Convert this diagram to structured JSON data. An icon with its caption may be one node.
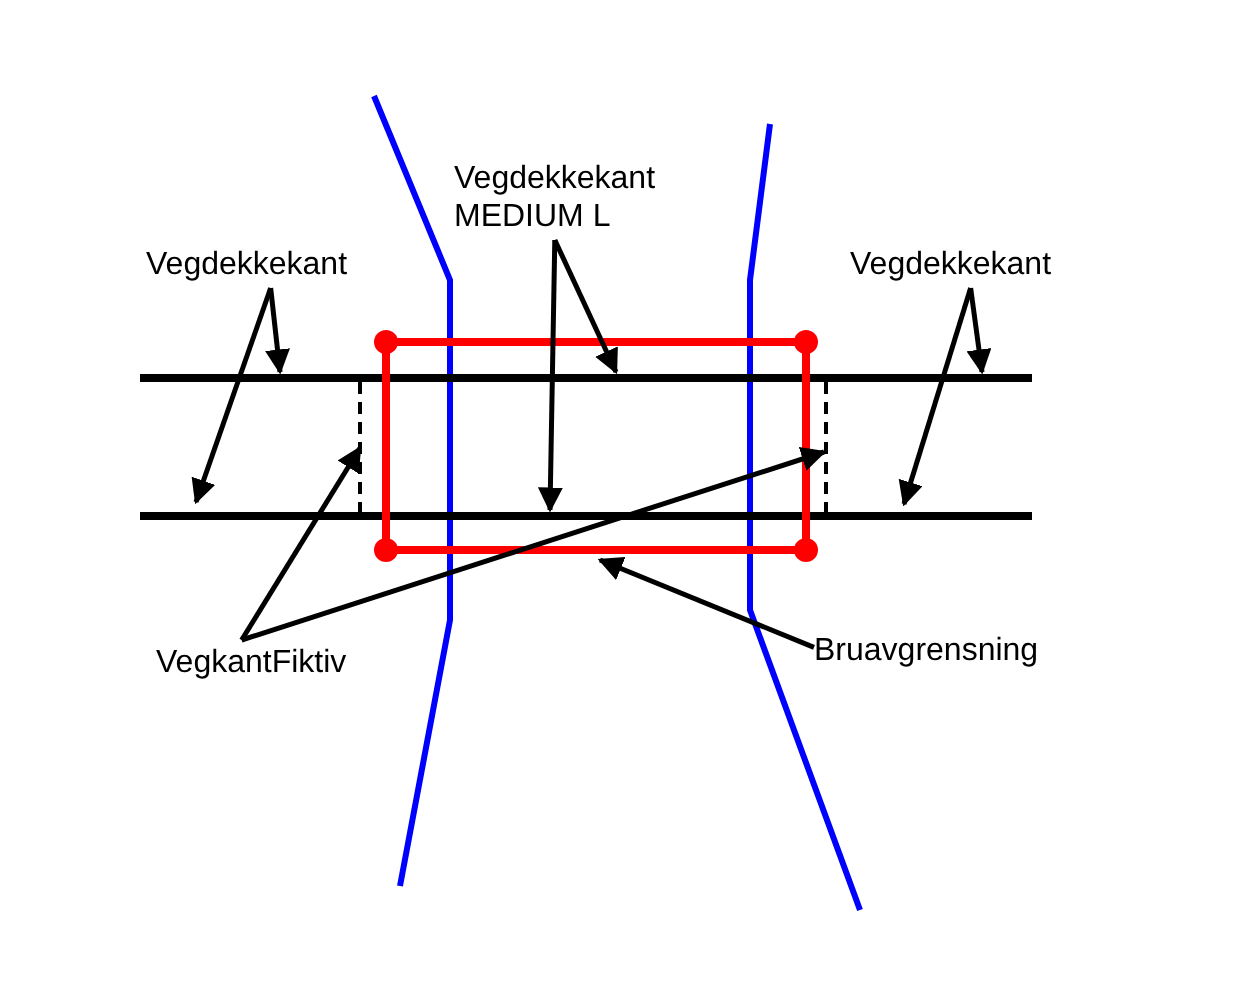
{
  "diagram": {
    "nodes": [
      {
        "text": [
          "Vegdekkekant"
        ]
      },
      {
        "text": [
          "Vegdekkekant MEDIUM L"
        ]
      },
      {
        "text": [
          "Vegdekkekant"
        ]
      },
      {
        "text": [
          "VegkantFiktiv"
        ]
      },
      {
        "text": [
          "Bruavgrensning"
        ]
      },
      {
        "text": [],
        "shape": "line"
      },
      {
        "text": [],
        "shape": "line"
      },
      {
        "text": [],
        "shape": "line"
      },
      {
        "text": [],
        "shape": "line"
      },
      {
        "text": [],
        "shape": "box"
      }
    ],
    "edges": [
      {
        "from": 0,
        "to": 5,
        "arrow": "to"
      },
      {
        "from": 0,
        "to": 6,
        "arrow": "to"
      },
      {
        "from": 1,
        "to": 6,
        "arrow": "to"
      },
      {
        "from": 1,
        "to": 5,
        "arrow": "to"
      },
      {
        "from": 2,
        "to": 5,
        "arrow": "to"
      },
      {
        "from": 2,
        "to": 6,
        "arrow": "to"
      },
      {
        "from": 3,
        "to": 7,
        "arrow": "to"
      },
      {
        "from": 3,
        "to": 8,
        "arrow": "to"
      },
      {
        "from": 4,
        "to": 9,
        "arrow": "to"
      }
    ]
  }
}
